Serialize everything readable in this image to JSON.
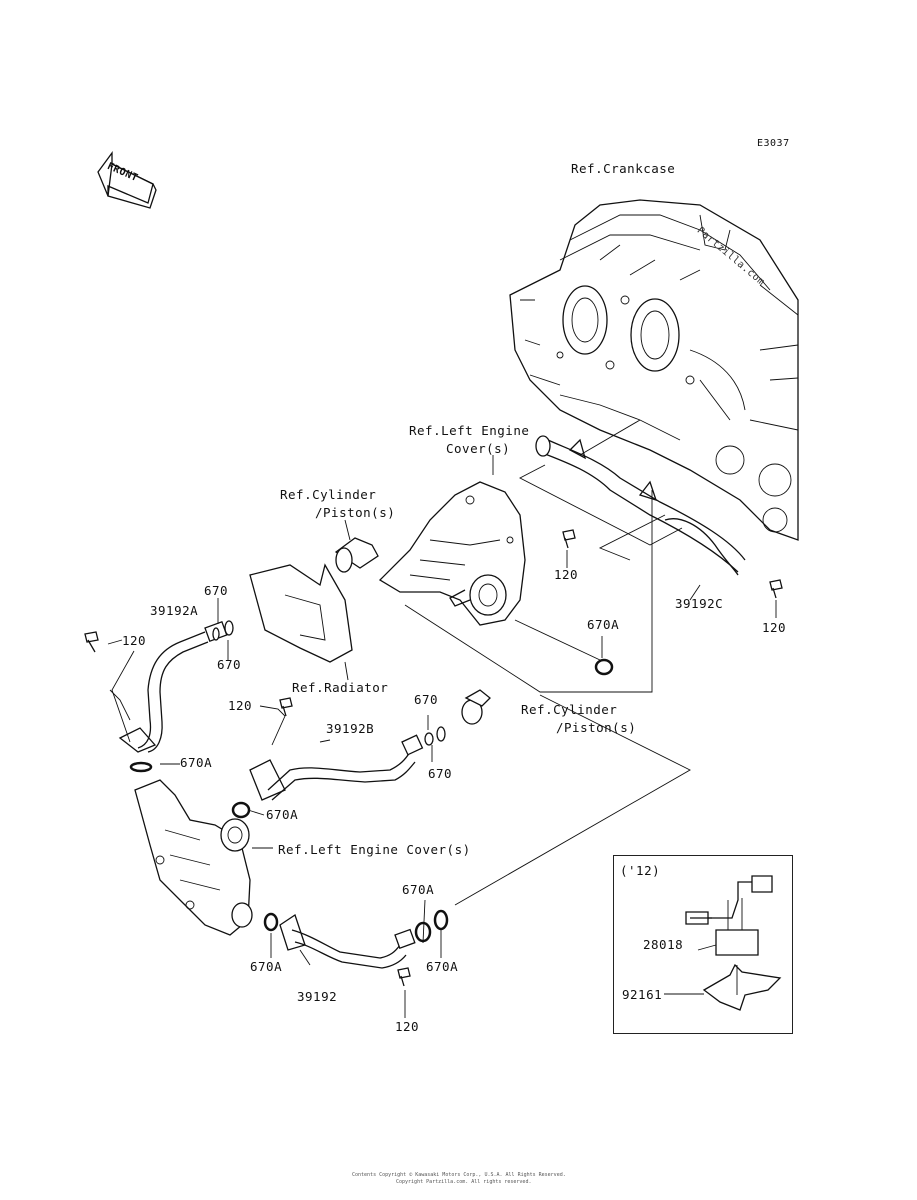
{
  "diagram_code": "E3037",
  "front_label": "FRONT",
  "watermark": "Partzilla.com",
  "labels": {
    "ref_crankcase": "Ref.Crankcase",
    "ref_left_engine_cover_top_1": "Ref.Left Engine",
    "ref_left_engine_cover_top_2": "Cover(s)",
    "ref_cylinder_top_1": "Ref.Cylinder",
    "ref_cylinder_top_2": "/Piston(s)",
    "ref_radiator": "Ref.Radiator",
    "ref_cylinder_mid_1": "Ref.Cylinder",
    "ref_cylinder_mid_2": "/Piston(s)",
    "ref_left_engine_cover_bottom": "Ref.Left Engine Cover(s)"
  },
  "parts": {
    "p120_a": "120",
    "p120_b": "120",
    "p120_c": "120",
    "p120_d": "120",
    "p120_e": "120",
    "p670_a": "670",
    "p670_b": "670",
    "p670_c": "670",
    "p670_d": "670",
    "p670A_a": "670A",
    "p670A_b": "670A",
    "p670A_c": "670A",
    "p670A_d": "670A",
    "p670A_e": "670A",
    "p670A_f": "670A",
    "p39192": "39192",
    "p39192A": "39192A",
    "p39192B": "39192B",
    "p39192C": "39192C"
  },
  "inset": {
    "year": "('12)",
    "p28018": "28018",
    "p92161": "92161"
  },
  "footer_line1": "Contents Copyright © Kawasaki Motors Corp., U.S.A. All Rights Reserved.",
  "footer_line2": "Copyright Partzilla.com. All rights reserved."
}
